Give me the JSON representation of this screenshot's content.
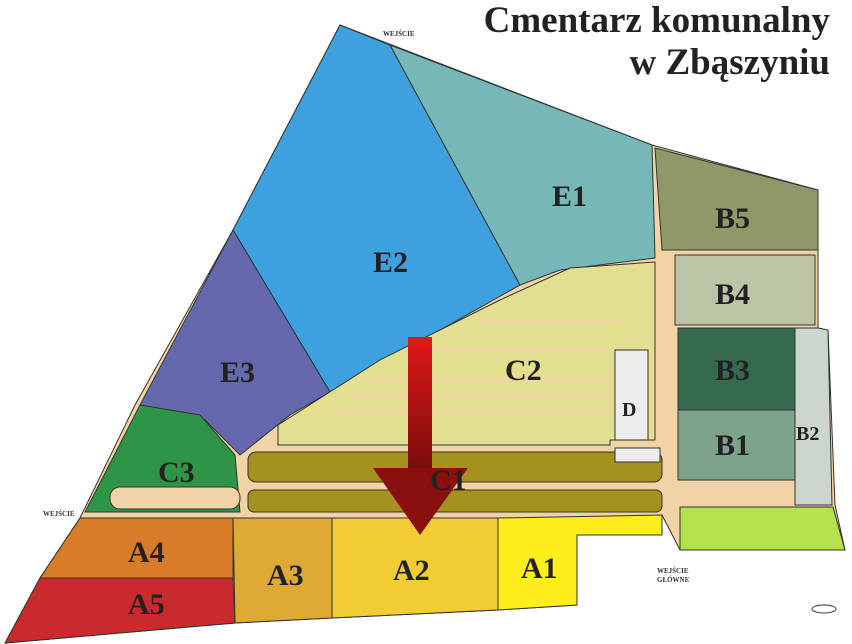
{
  "title": {
    "line1": "Cmentarz komunalny",
    "line2": "w Zbąszyniu"
  },
  "entrances": {
    "top": "WEJŚCIE",
    "left": "WEJŚCIE",
    "main_line1": "WEJŚCIE",
    "main_line2": "GŁÓWNE"
  },
  "sections": {
    "E1": "E1",
    "E2": "E2",
    "E3": "E3",
    "C1": "C1",
    "C2": "C2",
    "C3": "C3",
    "D": "D",
    "B1": "B1",
    "B2": "B2",
    "B3": "B3",
    "B4": "B4",
    "B5": "B5",
    "A1": "A1",
    "A2": "A2",
    "A3": "A3",
    "A4": "A4",
    "A5": "A5"
  },
  "colors": {
    "path": "#f1d3a5",
    "E1": "#76b8b8",
    "E2": "#3fa0de",
    "E3": "#6468ac",
    "C1": "#a39220",
    "C2": "#e2df91",
    "C3": "#2e9548",
    "B1": "#7ea38c",
    "B2": "#ccd6cc",
    "B3": "#356a4f",
    "B4": "#bcc4a6",
    "B5": "#8f9868",
    "A1": "#ffed1e",
    "A2": "#f1cc35",
    "A3": "#dfa935",
    "A4": "#d87c2a",
    "A5": "#c92a2e",
    "green": "#b4e24c",
    "arrow": "#c81c1c"
  }
}
